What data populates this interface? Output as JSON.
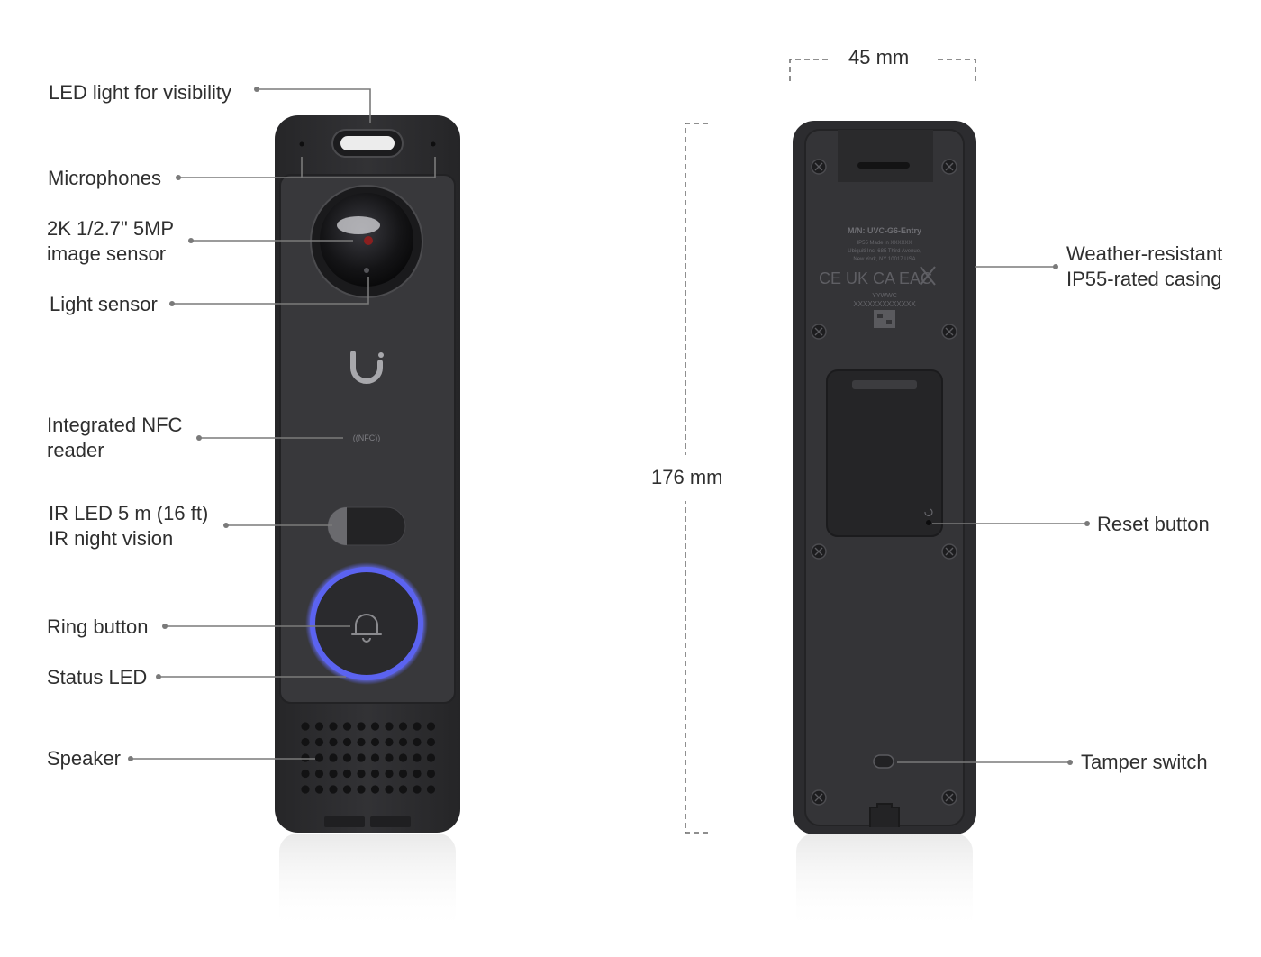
{
  "front_labels": {
    "led_light": "LED light for visibility",
    "microphones": "Microphones",
    "image_sensor": [
      "2K 1/2.7\" 5MP",
      "image sensor"
    ],
    "light_sensor": "Light sensor",
    "nfc_reader": [
      "Integrated NFC",
      "reader"
    ],
    "ir_led": [
      "IR LED 5 m (16 ft)",
      "IR night vision"
    ],
    "ring_button": "Ring button",
    "status_led": "Status LED",
    "speaker": "Speaker"
  },
  "back_labels": {
    "casing": [
      "Weather-resistant",
      "IP55-rated casing"
    ],
    "reset_button": "Reset button",
    "tamper_switch": "Tamper switch"
  },
  "dimensions": {
    "width": "45 mm",
    "height": "176 mm"
  },
  "device_markings": {
    "nfc_text": "((NFC))",
    "model": "M/N: UVC-G6-Entry",
    "label_lines": [
      "IP55   Made in XXXXXX",
      "Ubiquiti Inc. 685 Third Avenue,",
      "New York, NY 10017 USA"
    ],
    "cert_marks": "CE UK CA EAC",
    "date_code": "YYWWC",
    "serial": "XXXXXXXXXXXXX"
  },
  "colors": {
    "body": "#2e2e31",
    "panel": "#38383b",
    "ring_led": "#5b63f0",
    "leader_line": "#7a7a7a"
  }
}
